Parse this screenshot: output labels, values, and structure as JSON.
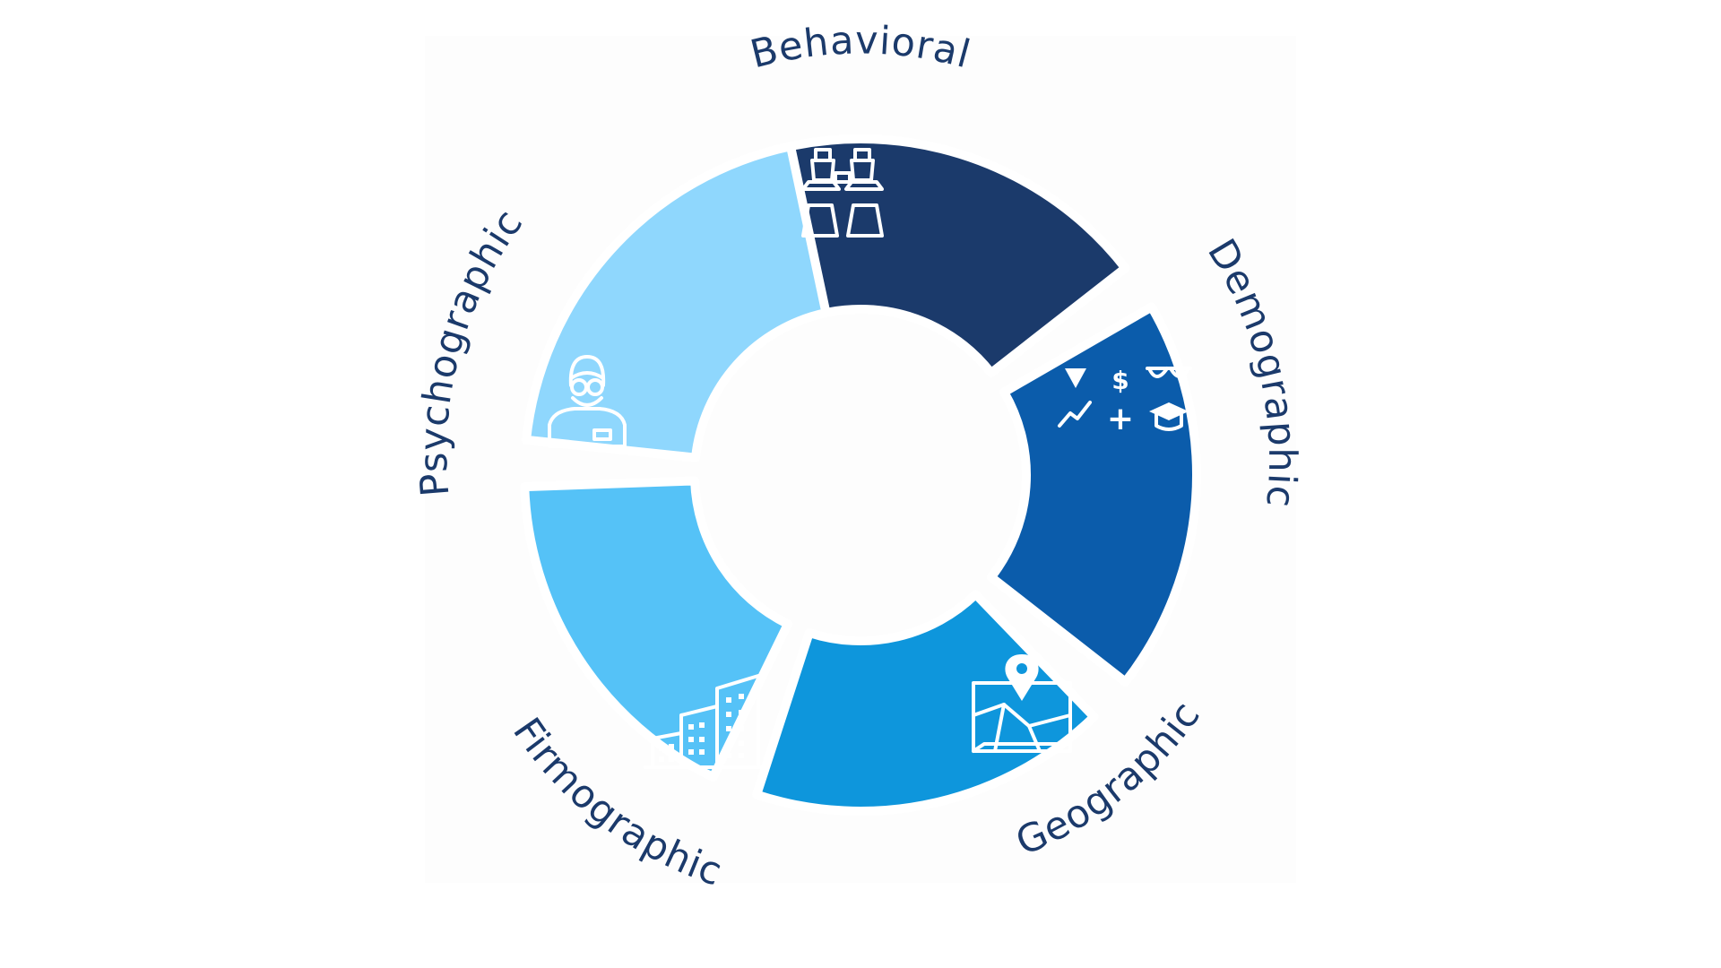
{
  "segments": [
    {
      "key": "behavioral",
      "label": "Behavioral",
      "color": "#1b3a6b",
      "icon": "binoculars-icon"
    },
    {
      "key": "demographic",
      "label": "Demographic",
      "color": "#0b5cab",
      "icon": "demographic-stats-icon"
    },
    {
      "key": "geographic",
      "label": "Geographic",
      "color": "#0e96dc",
      "icon": "map-pin-icon"
    },
    {
      "key": "firmographic",
      "label": "Firmographic",
      "color": "#55c2f7",
      "icon": "buildings-icon"
    },
    {
      "key": "psychographic",
      "label": "Psychographic",
      "color": "#8fd7fd",
      "icon": "person-glasses-icon"
    }
  ],
  "demographic_icon_text": {
    "dollar": "$",
    "plus": "+"
  }
}
